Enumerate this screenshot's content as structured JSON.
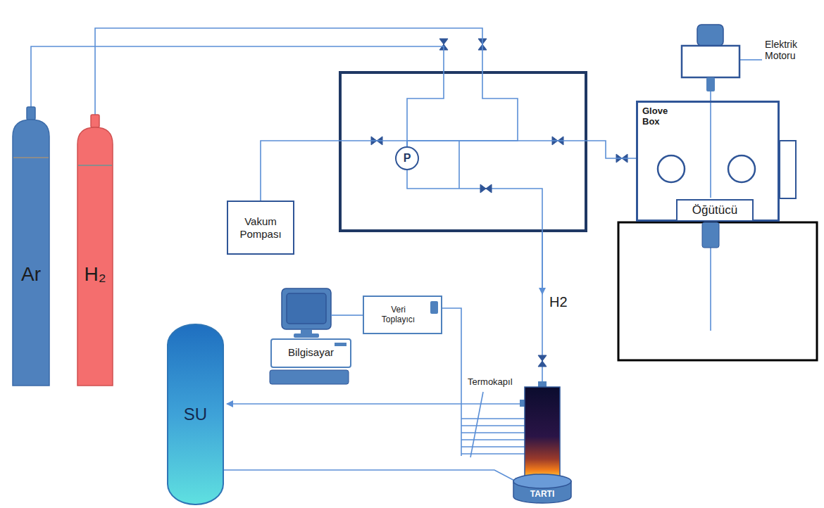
{
  "diagram": {
    "nodes": [
      {
        "text": [
          "Ar"
        ]
      },
      {
        "text": [
          "H₂"
        ]
      },
      {
        "text": [
          "P"
        ]
      },
      {
        "text": [
          "Vakum Pompası"
        ]
      },
      {
        "text": [
          "Glove Box"
        ]
      },
      {
        "text": [
          "Öğütücü"
        ],
        "in": 4
      },
      {
        "text": [
          "Veri Toplayıcı"
        ]
      },
      {
        "text": [
          "Bilgisayar"
        ]
      },
      {
        "text": [
          "SU"
        ]
      },
      {
        "text": [
          "TARTI"
        ]
      }
    ],
    "edges": [
      {
        "from": 0,
        "to": 2,
        "arrow": "none"
      },
      {
        "from": 1,
        "to": 2,
        "arrow": "none"
      },
      {
        "from": 3,
        "to": 2,
        "arrow": "none"
      },
      {
        "from": 2,
        "to": 4,
        "arrow": "none"
      },
      {
        "from": 7,
        "to": 6,
        "arrow": "none"
      }
    ],
    "labels": [
      "Elektrik Motoru",
      "H2",
      "Termokapıl"
    ]
  }
}
